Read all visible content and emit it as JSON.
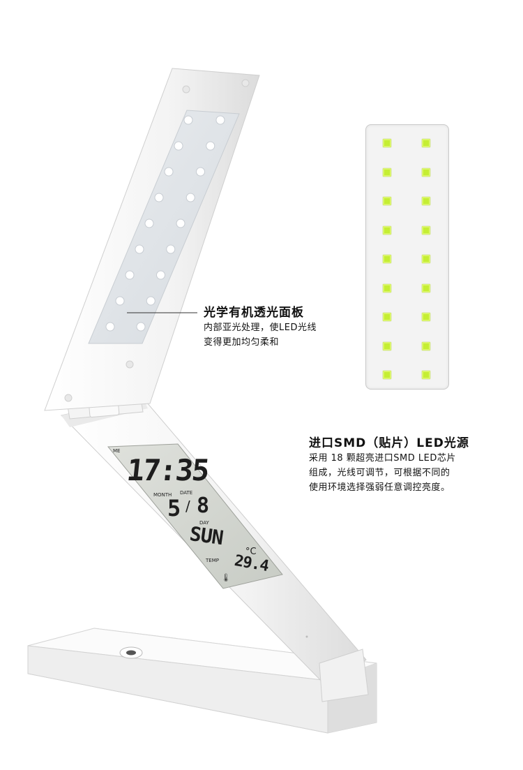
{
  "panel_callout": {
    "title": "光学有机透光面板",
    "lines": [
      "内部亚光处理，使LED光线",
      "变得更加均匀柔和"
    ]
  },
  "smd_callout": {
    "title": "进口SMD（贴片）LED光源",
    "lines": [
      "采用 18 颗超亮进口SMD LED芯片",
      "组成，光线可调节，可根据不同的",
      "使用环境选择强弱任意调控亮度。"
    ]
  },
  "lcd": {
    "me": "ME",
    "time": "17:35",
    "month_label": "MONTH",
    "date_label": "DATE",
    "month": "5",
    "date": "8",
    "day_label": "DAY",
    "day": "SUN",
    "temp_label": "TEMP",
    "temp": "29.4",
    "temp_unit": "°C"
  },
  "led_grid": {
    "rows": 9,
    "columns": 2,
    "chip_color": "#c5ee33"
  },
  "colors": {
    "lcd_background": "#d3d6d0",
    "lamp_body": "#f6f6f6",
    "led_chip": "#c5ee33"
  }
}
